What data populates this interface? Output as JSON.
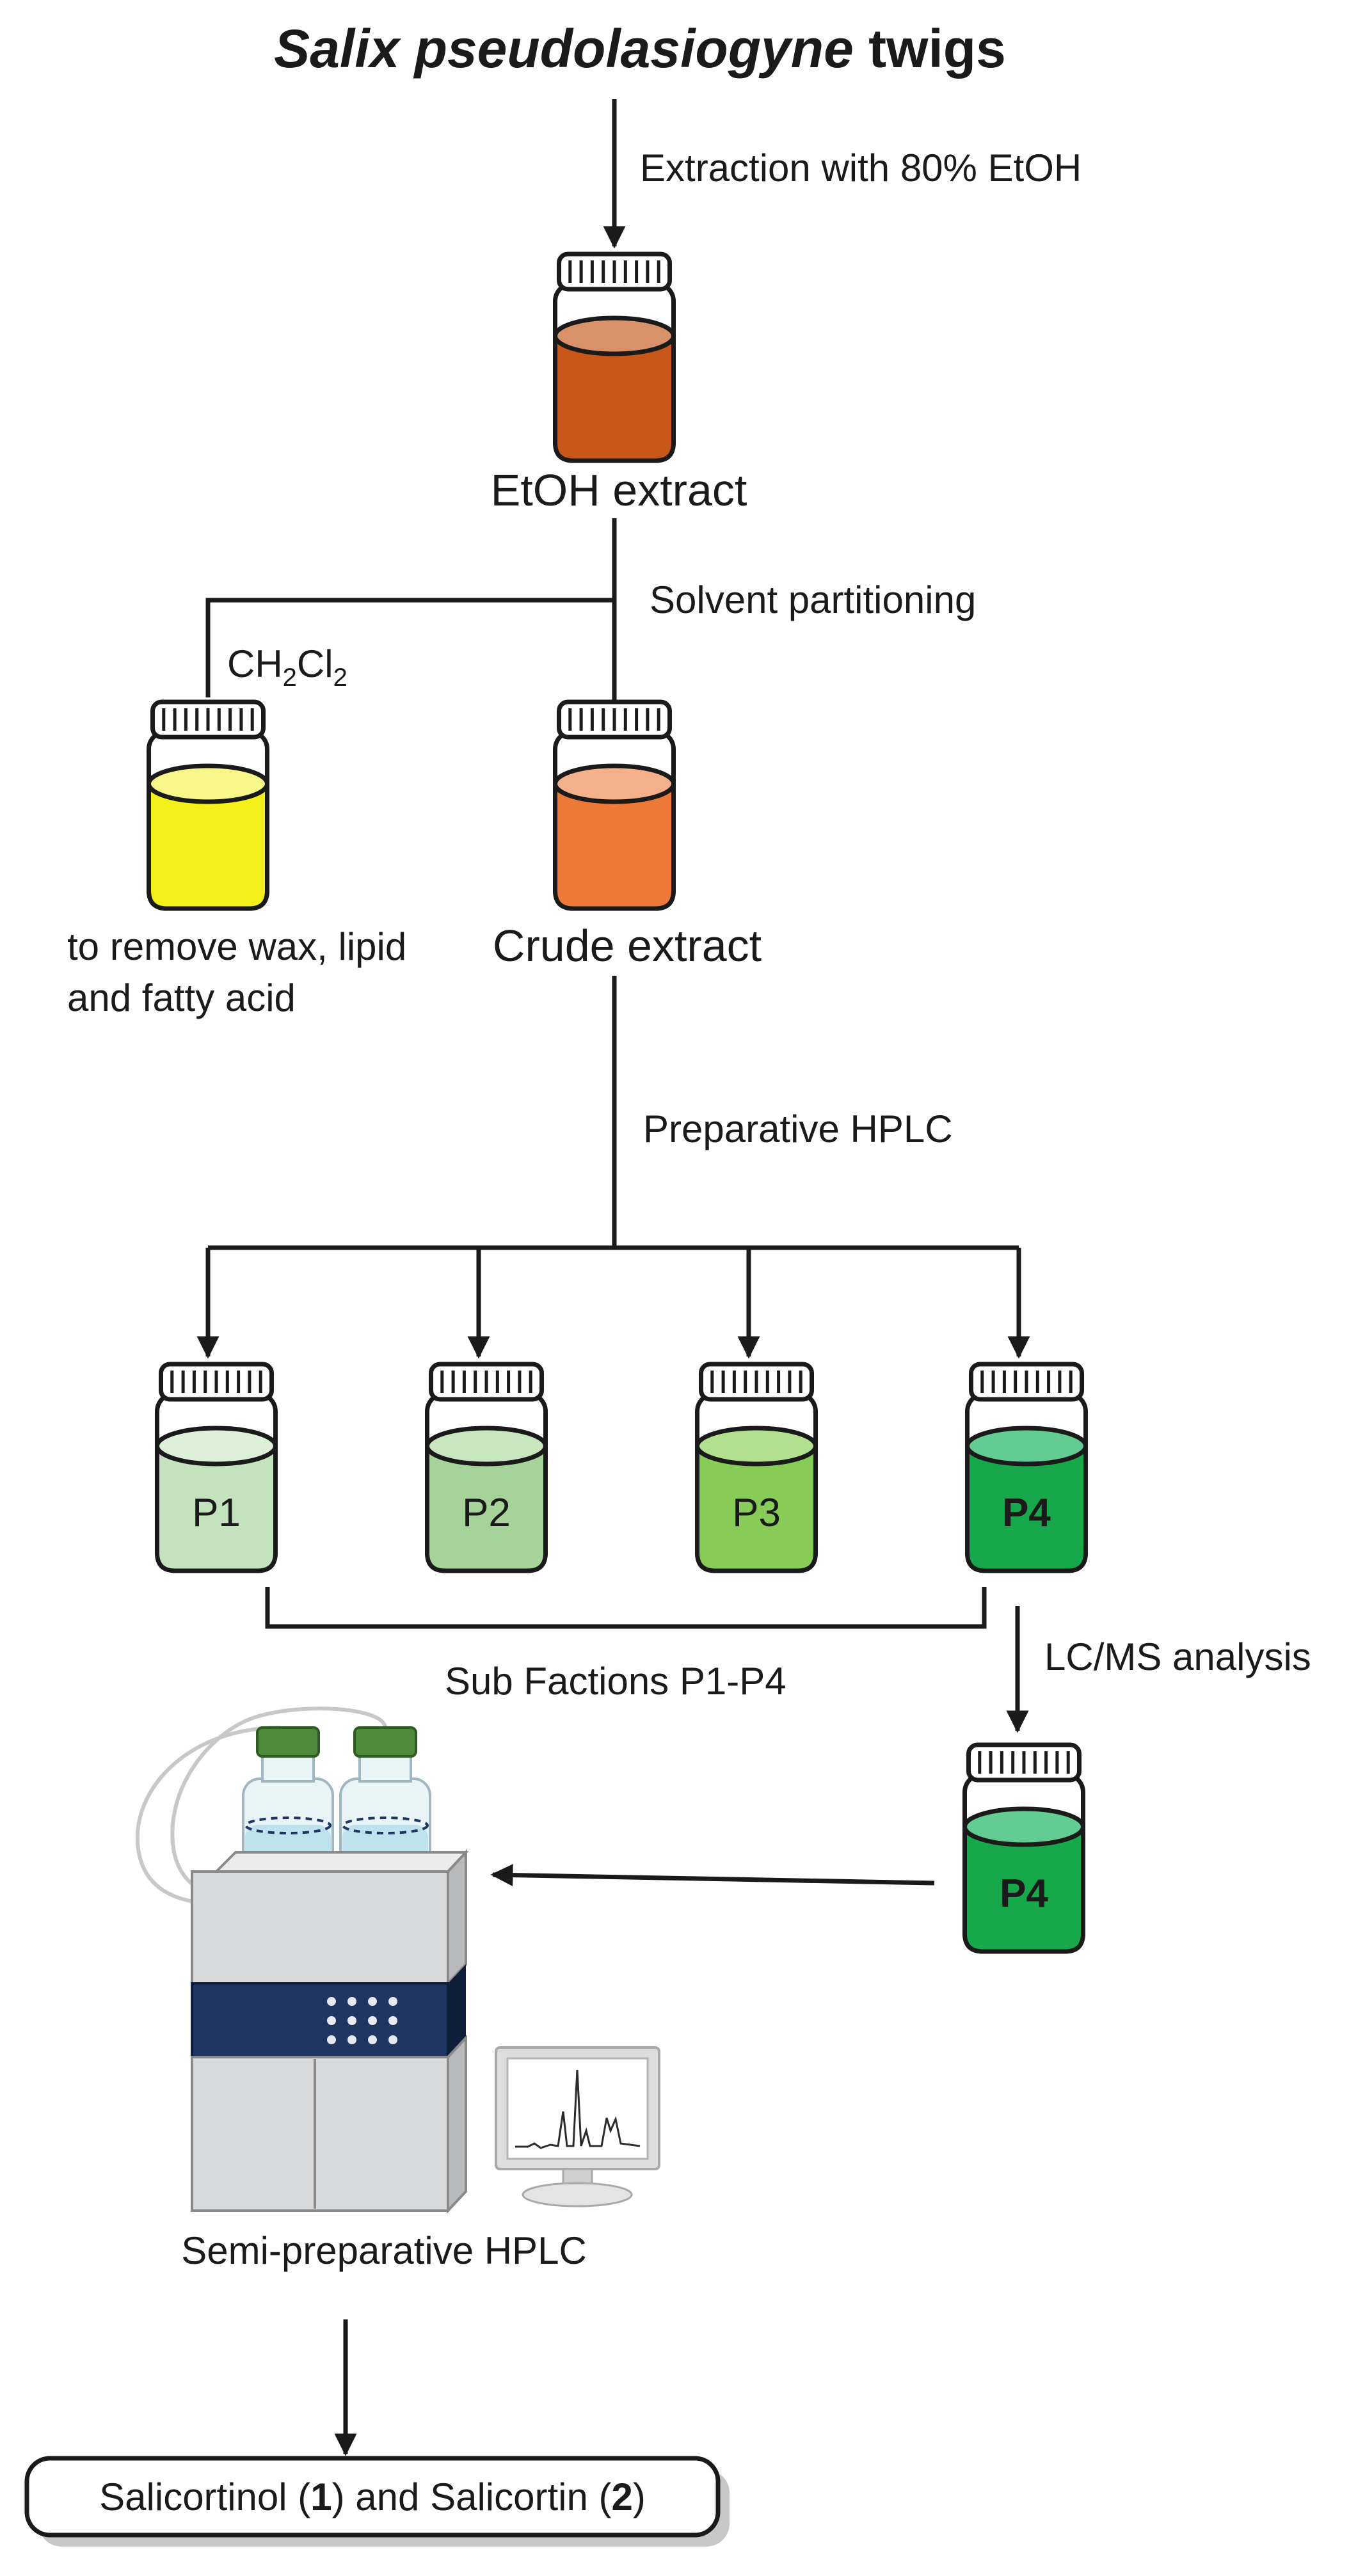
{
  "title": {
    "italic": "Salix pseudolasiogyne",
    "rest": " twigs"
  },
  "steps": {
    "extraction": "Extraction with 80% EtOH",
    "ethanol_extract": "EtOH extract",
    "solvent_partitioning": "Solvent partitioning",
    "solvent_base": "CH",
    "solvent_sub1": "2",
    "solvent_mid": "Cl",
    "solvent_sub2": "2",
    "wax_note_line1": "to remove wax, lipid",
    "wax_note_line2": "and fatty acid",
    "crude_extract": "Crude extract",
    "preparative_hplc": "Preparative HPLC",
    "sub_fractions": "Sub Factions P1-P4",
    "lcms": "LC/MS analysis",
    "semi_prep_hplc": "Semi-preparative HPLC"
  },
  "vials": {
    "ethanol_extract": {
      "liquid": "#c8571a",
      "surface": "#d9916a"
    },
    "dichloromethane": {
      "liquid": "#f4f01a",
      "surface": "#f8f78a"
    },
    "crude_extract": {
      "liquid": "#ec7a36",
      "surface": "#f4b08a"
    },
    "fractions": [
      {
        "label": "P1",
        "liquid": "#c4e2bd",
        "surface": "#dff0da",
        "bold": false
      },
      {
        "label": "P2",
        "liquid": "#a6d39a",
        "surface": "#c8e6c0",
        "bold": false
      },
      {
        "label": "P3",
        "liquid": "#86cc56",
        "surface": "#b2e08f",
        "bold": false
      },
      {
        "label": "P4",
        "liquid": "#17a84b",
        "surface": "#63cc93",
        "bold": true
      }
    ],
    "analyzed": {
      "label": "P4",
      "liquid": "#17a84b",
      "surface": "#63cc93",
      "bold": true
    }
  },
  "instrument": {
    "bottle_cap": "#4f8a3a",
    "bottle_glass": "#e9f4f6",
    "bottle_liquid": "#bfe3ee",
    "panel": "#d9dadc",
    "band": "#1d3560",
    "monitor_frame": "#dddddd"
  },
  "result": {
    "part1": "Salicortinol (",
    "num1": "1",
    "part2": ") and Salicortin (",
    "num2": "2",
    "part3": ")"
  }
}
